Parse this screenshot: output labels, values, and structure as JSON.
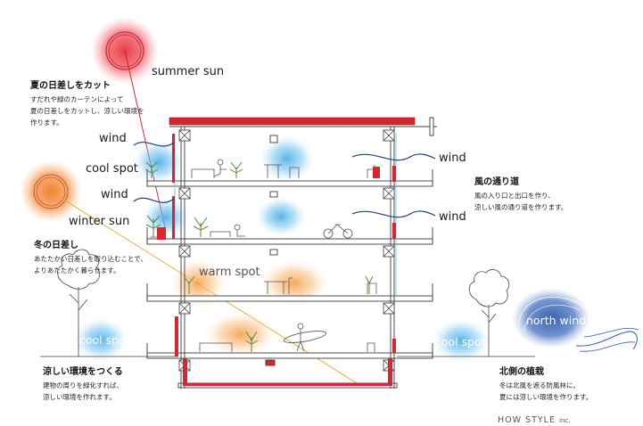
{
  "labels": {
    "summer_sun": "summer sun",
    "winter_sun": "winter sun",
    "wind_left_top": "wind",
    "cool_spot_left": "cool spot",
    "wind_left_mid": "wind",
    "wind_right_top": "wind",
    "wind_right_mid": "wind",
    "warm_spot": "warm spot",
    "cool_spot_bottom_left": "cool spot",
    "cool_spot_bottom_right": "cool spot",
    "north_wind": "north wind"
  },
  "notes": {
    "summer": {
      "heading": "夏の日差しをカット",
      "lines": [
        "すだれや緑のカーテンによって",
        "夏の日差しをカットし、涼しい環境を",
        "作ります。"
      ]
    },
    "winter": {
      "heading": "冬の日差し",
      "lines": [
        "あたたかい日差しを取り込むことで、",
        "よりあたたかく暮らせます。"
      ]
    },
    "wind_path": {
      "heading": "風の通り道",
      "lines": [
        "風の入り口と出口を作り、",
        "涼しい風の通り道を作ります。"
      ]
    },
    "cool_env": {
      "heading": "涼しい環境をつくる",
      "lines": [
        "建物の周りを緑化すれば、",
        "涼しい環境を作れます。"
      ]
    },
    "north_planting": {
      "heading": "北側の植栽",
      "lines": [
        "冬は北風を遮る防風林に。",
        "夏には涼しい環境を作ります。"
      ]
    }
  },
  "logo": {
    "main": "HOW STYLE",
    "suffix": "inc."
  },
  "colors": {
    "summer_sun": "#e8323c",
    "winter_sun": "#f07a28",
    "cool": "#3aa6e6",
    "warm": "#f39a3c",
    "north_wind": "#2f5aa8",
    "structure_red": "#d7262e",
    "wind_arrow": "#1f3f8a",
    "tree": "#5a8a3a"
  }
}
